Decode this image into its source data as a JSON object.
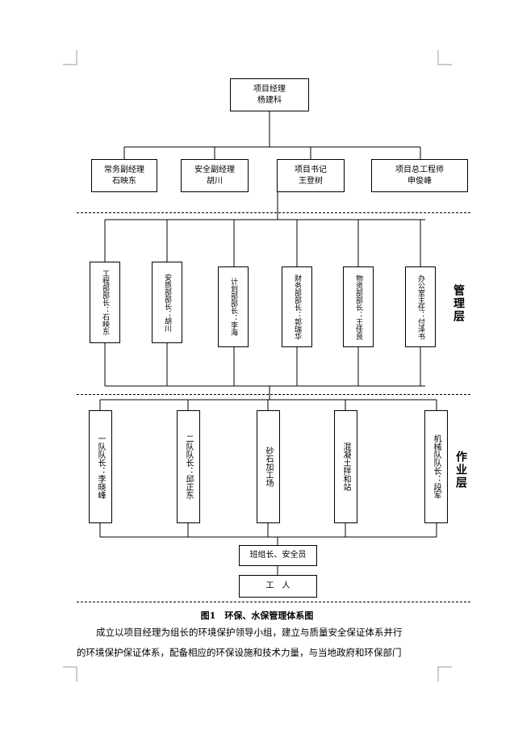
{
  "top": {
    "title": "项目经理",
    "name": "杨建科"
  },
  "deputies": [
    {
      "title": "常务副经理",
      "name": "石映东"
    },
    {
      "title": "安全副经理",
      "name": "胡川"
    },
    {
      "title": "项目书记",
      "name": "王登树"
    },
    {
      "title": "项目总工程师",
      "name": "申俊峰"
    }
  ],
  "management": {
    "label": "管理层",
    "departments": [
      "工程部部长：石映东",
      "安质部部长：胡川",
      "计划部部长：李海",
      "财务部部长：郭瑞华",
      "物资部部长：王佳良",
      "办公室主任：付泽书"
    ]
  },
  "operations": {
    "label": "作业层",
    "teams": [
      "一队队长：李晓峰",
      "二队队长：邱正东",
      "砂石加工场",
      "混凝土拌和站",
      "机械队队长：段军"
    ],
    "group_leaders": "班组长、安全员",
    "workers": "工　人"
  },
  "figure_caption": "图1　环保、水保管理体系图",
  "paragraph": [
    "成立以项目经理为组长的环境保护领导小组，建立与质量安全保证体系并行",
    "的环境保护保证体系，配备相应的环保设施和技术力量，与当地政府和环保部门"
  ]
}
